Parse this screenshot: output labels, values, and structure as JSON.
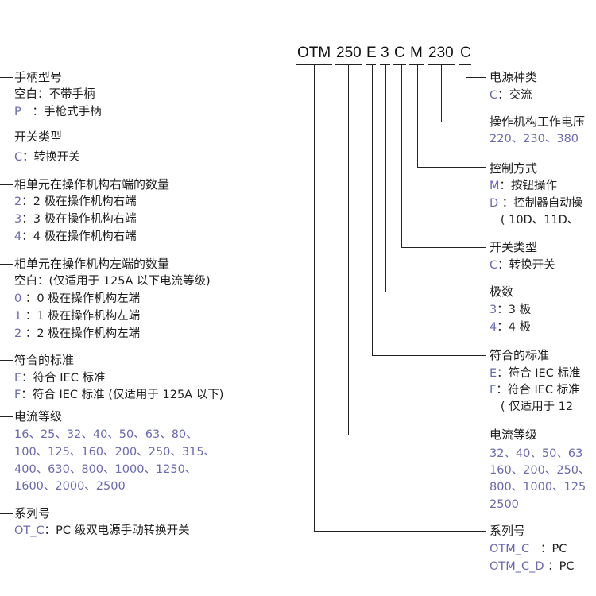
{
  "model_code": [
    "OTM",
    "250",
    "E",
    "3",
    "C",
    "M",
    "230",
    "C"
  ],
  "left": [
    {
      "title": "手柄型号",
      "items": [
        {
          "code": "",
          "text": "空白：不带手柄"
        },
        {
          "code": "P",
          "text": "   ：手枪式手柄"
        }
      ]
    },
    {
      "title": "开关类型",
      "items": [
        {
          "code": "C",
          "text": "：转换开关"
        }
      ]
    },
    {
      "title": "相单元在操作机构右端的数量",
      "items": [
        {
          "code": "2",
          "text": "：2 极在操作机构右端"
        },
        {
          "code": "3",
          "text": "：3 极在操作机构右端"
        },
        {
          "code": "4",
          "text": "：4 极在操作机构右端"
        }
      ]
    },
    {
      "title": "相单元在操作机构左端的数量",
      "items": [
        {
          "code": "",
          "text": "空白：(仅适用于 125A 以下电流等级)"
        },
        {
          "code": "0",
          "text": " ：0 极在操作机构左端"
        },
        {
          "code": "1",
          "text": " ：1 极在操作机构左端"
        },
        {
          "code": "2",
          "text": " ：2 极在操作机构左端"
        }
      ]
    },
    {
      "title": "符合的标准",
      "items": [
        {
          "code": "E",
          "text": "：符合 IEC 标准"
        },
        {
          "code": "F",
          "text": "：符合 IEC 标准 (仅适用于 125A 以下)"
        }
      ]
    },
    {
      "title": "电流等级",
      "items": [
        {
          "code": "16、25、32、40、50、63、80、",
          "text": ""
        },
        {
          "code": "100、125、160、200、250、315、",
          "text": ""
        },
        {
          "code": "400、630、800、1000、1250、",
          "text": ""
        },
        {
          "code": "1600、2000、2500",
          "text": ""
        }
      ]
    },
    {
      "title": "系列号",
      "items": [
        {
          "code": "OT_C",
          "text": "：PC 级双电源手动转换开关"
        }
      ]
    }
  ],
  "right": [
    {
      "title": "电源种类",
      "items": [
        {
          "code": "C",
          "text": "：交流"
        }
      ]
    },
    {
      "title": "操作机构工作电压",
      "items": [
        {
          "code": "220、230、380",
          "text": ""
        }
      ]
    },
    {
      "title": "控制方式",
      "items": [
        {
          "code": "M",
          "text": "：按钮操作"
        },
        {
          "code": "D",
          "text": " ：控制器自动操"
        },
        {
          "code": "",
          "text": "   ( 10D、11D、"
        }
      ]
    },
    {
      "title": "开关类型",
      "items": [
        {
          "code": "C",
          "text": "：转换开关"
        }
      ]
    },
    {
      "title": "极数",
      "items": [
        {
          "code": "3",
          "text": "：3 极"
        },
        {
          "code": "4",
          "text": "：4 极"
        }
      ]
    },
    {
      "title": "符合的标准",
      "items": [
        {
          "code": "E",
          "text": "：符合 IEC 标准"
        },
        {
          "code": "F",
          "text": "：符合 IEC 标准"
        },
        {
          "code": "",
          "text": "   ( 仅适用于 12"
        }
      ]
    },
    {
      "title": "电流等级",
      "items": [
        {
          "code": "32、40、50、63",
          "text": ""
        },
        {
          "code": "160、200、250、",
          "text": ""
        },
        {
          "code": "800、1000、125",
          "text": ""
        },
        {
          "code": "2500",
          "text": ""
        }
      ]
    },
    {
      "title": "系列号",
      "items": [
        {
          "code": "OTM_C",
          "text": "   ：PC"
        },
        {
          "code": "OTM_C_D",
          "text": " ：PC"
        }
      ]
    }
  ],
  "colors": {
    "code": "#6a6ab0",
    "text": "#1e1e1e"
  }
}
